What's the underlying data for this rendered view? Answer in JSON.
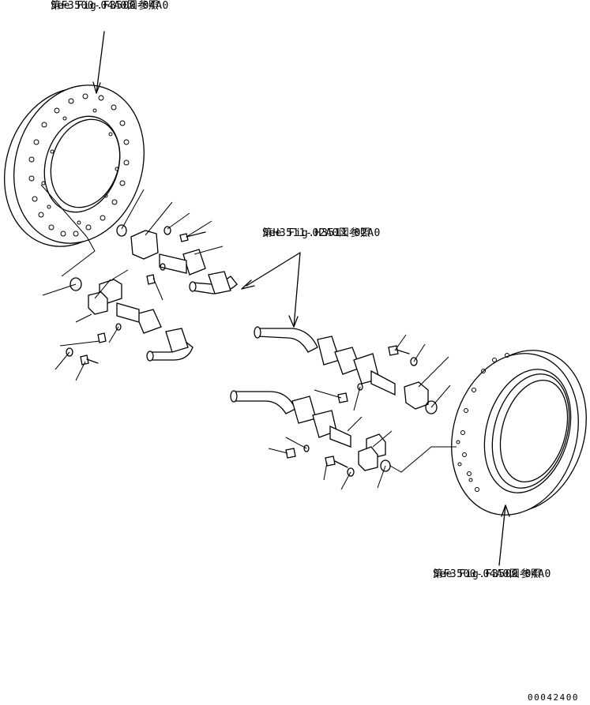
{
  "references": {
    "top_left": {
      "line_jp": "第F3500-04A0図参照",
      "line_en": "See Fig.F3500-04A0"
    },
    "middle": {
      "line_jp": "第H3511-02A0図参照",
      "line_en": "See Fig.H3511-02A0"
    },
    "bottom_right": {
      "line_jp": "第F3500-04A0図参照",
      "line_en": "See Fig.F3500-04A0"
    }
  },
  "drawing_number": "00042400",
  "icons": {
    "left_wheel_hub": "wheel-hub-icon",
    "right_wheel_hub": "wheel-hub-icon",
    "hoses": "hydraulic-hose-icon",
    "flanges": "split-flange-icon",
    "bolts": "bolt-icon",
    "washers": "washer-icon",
    "o_rings": "o-ring-icon"
  }
}
